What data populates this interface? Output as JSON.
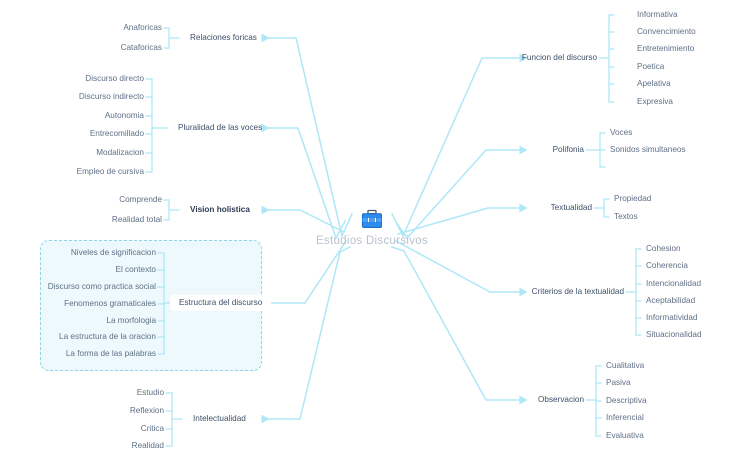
{
  "document": {
    "title": "Estudios Discursivos",
    "type": "mind-map"
  },
  "theme": {
    "background": "#ffffff",
    "connector_color": "#aee7f7",
    "connector_color_dark": "#8fd4ea",
    "branch_text": "#3d4f68",
    "leaf_text": "#5f7086",
    "center_text": "#b9c2cc",
    "selection_fill": "#d6f0fa",
    "selection_border": "#8fd4ea",
    "icon_blue": "#2d8cf0",
    "icon_blue_dark": "#1b6fc4"
  },
  "center": {
    "label": "Estudios Discursivos",
    "icon": "briefcase-icon"
  },
  "selection": {
    "label": "selected-branch-estructura-del-discurso",
    "target": "Estructura del discurso"
  },
  "branches": [
    {
      "id": "relaciones-foricas",
      "label": "Relaciones foricas",
      "side": "left",
      "bold": false,
      "children": [
        "Anaforicas",
        "Cataforicas"
      ]
    },
    {
      "id": "pluralidad-de-las-voces",
      "label": "Pluralidad de las voces",
      "side": "left",
      "bold": false,
      "children": [
        "Discurso directo",
        "Discurso indirecto",
        "Autonomia",
        "Entrecomillado",
        "Modalizacion",
        "Empleo de cursiva"
      ]
    },
    {
      "id": "vision-holistica",
      "label": "Vision holistica",
      "side": "left",
      "bold": true,
      "children": [
        "Comprende",
        "Realidad  total"
      ]
    },
    {
      "id": "estructura-del-discurso",
      "label": "Estructura del discurso",
      "side": "left",
      "bold": false,
      "selected": true,
      "children": [
        "Niveles de significacion",
        "El contexto",
        "Discurso como practica social",
        "Fenomenos gramaticales",
        "La morfologia",
        "La estructura de la oracion",
        "La forma de las palabras"
      ]
    },
    {
      "id": "intelectualidad",
      "label": "Intelectualidad",
      "side": "left",
      "bold": false,
      "children": [
        "Estudio",
        "Reflexion",
        "Critica",
        "Realidad"
      ]
    },
    {
      "id": "funcion-del-discurso",
      "label": "Funcion del discurso",
      "side": "right",
      "bold": false,
      "children": [
        "Informativa",
        "Convencimiento",
        "Entretenimiento",
        "Poetica",
        "Apelativa",
        " Expresiva"
      ]
    },
    {
      "id": "polifonia",
      "label": "Polifonia",
      "side": "right",
      "bold": false,
      "children": [
        "Voces",
        "Sonidos simultaneos"
      ]
    },
    {
      "id": "textualidad",
      "label": "Textualidad",
      "side": "right",
      "bold": false,
      "children": [
        "Propiedad",
        "Textos"
      ]
    },
    {
      "id": "criterios-de-la-textualidad",
      "label": "Criterios de la textualidad",
      "side": "right",
      "bold": false,
      "children": [
        "Cohesion",
        "Coherencia",
        "Intencionalidad",
        "Aceptabilidad",
        "Informatividad",
        "Situacionalidad"
      ]
    },
    {
      "id": "observacion",
      "label": "Observacion",
      "side": "right",
      "bold": false,
      "children": [
        "Cualitativa",
        "Pasiva",
        "Descriptiva",
        "Inferencial",
        "Evaluativa"
      ]
    }
  ],
  "nodes": {
    "l0_anaforicas": "Anaforicas",
    "l0_cataforicas": "Cataforicas",
    "l0_relaciones": "Relaciones foricas",
    "l1_c0": "Discurso directo",
    "l1_c1": "Discurso indirecto",
    "l1_c2": "Autonomia",
    "l1_c3": "Entrecomillado",
    "l1_c4": "Modalizacion",
    "l1_c5": "Empleo de cursiva",
    "l1_label": "Pluralidad de las voces",
    "l2_c0": "Comprende",
    "l2_c1": "Realidad  total",
    "l2_label": "Vision holistica",
    "l3_c0": "Niveles de significacion",
    "l3_c1": "El contexto",
    "l3_c2": "Discurso como practica social",
    "l3_c3": "Fenomenos gramaticales",
    "l3_c4": "La morfologia",
    "l3_c5": "La estructura de la oracion",
    "l3_c6": "La forma de las palabras",
    "l3_label": "Estructura del discurso",
    "l4_c0": "Estudio",
    "l4_c1": "Reflexion",
    "l4_c2": "Critica",
    "l4_c3": "Realidad",
    "l4_label": "Intelectualidad",
    "r0_label": "Funcion del discurso",
    "r0_c0": "Informativa",
    "r0_c1": "Convencimiento",
    "r0_c2": "Entretenimiento",
    "r0_c3": "Poetica",
    "r0_c4": "Apelativa",
    "r0_c5": " Expresiva",
    "r1_label": "Polifonia",
    "r1_c0": "Voces",
    "r1_c1": "Sonidos simultaneos",
    "r2_label": "Textualidad",
    "r2_c0": "Propiedad",
    "r2_c1": "Textos",
    "r3_label": "Criterios de la textualidad",
    "r3_c0": "Cohesion",
    "r3_c1": "Coherencia",
    "r3_c2": "Intencionalidad",
    "r3_c3": "Aceptabilidad",
    "r3_c4": "Informatividad",
    "r3_c5": "Situacionalidad",
    "r4_label": "Observacion",
    "r4_c0": "Cualitativa",
    "r4_c1": "Pasiva",
    "r4_c2": "Descriptiva",
    "r4_c3": "Inferencial",
    "r4_c4": "Evaluativa"
  }
}
